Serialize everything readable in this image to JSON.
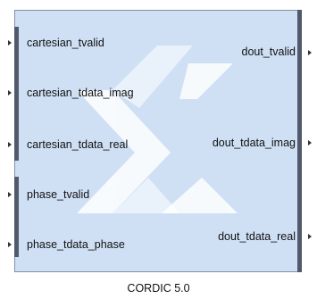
{
  "block": {
    "name": "CORDIC 5.0",
    "colors": {
      "fill": "#cfe0f5",
      "logo": "#ffffff",
      "border": "#7f8fa6",
      "bus": "#505a6a"
    }
  },
  "input_ports": [
    "cartesian_tvalid",
    "cartesian_tdata_imag",
    "cartesian_tdata_real",
    "phase_tvalid",
    "phase_tdata_phase"
  ],
  "output_ports": [
    "dout_tvalid",
    "dout_tdata_imag",
    "dout_tdata_real"
  ]
}
